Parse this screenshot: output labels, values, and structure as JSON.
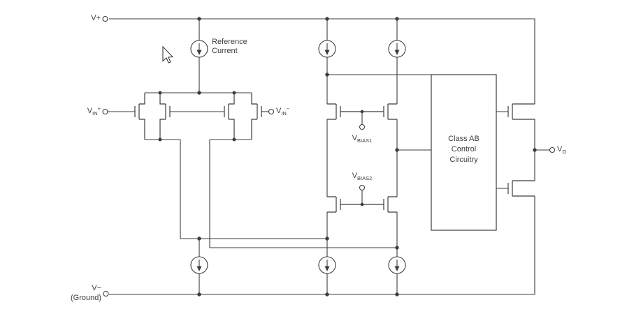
{
  "diagram": {
    "type": "op-amp simplified internal schematic",
    "colors": {
      "line": "#3c3c3c",
      "text": "#3c3c3c",
      "background": "#ffffff"
    },
    "labels": {
      "vplus": "V+",
      "reference_current": {
        "line1": "Reference",
        "line2": "Current"
      },
      "vin_plus": {
        "base": "V",
        "sub": "IN",
        "sup": "+"
      },
      "vin_minus": {
        "base": "V",
        "sub": "IN",
        "sup": "−"
      },
      "vbias1": {
        "base": "V",
        "sub": "BIAS1"
      },
      "vbias2": {
        "base": "V",
        "sub": "BIAS2"
      },
      "class_ab": {
        "line1": "Class AB",
        "line2": "Control",
        "line3": "Circuitry"
      },
      "vout": {
        "base": "V",
        "sub": "O"
      },
      "vminus": {
        "line1": "V−",
        "line2": "(Ground)"
      }
    }
  }
}
